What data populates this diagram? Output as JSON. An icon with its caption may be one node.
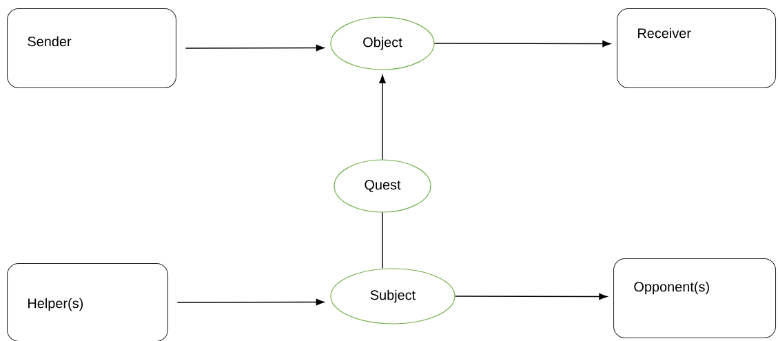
{
  "diagram": {
    "nodes": [
      {
        "text": [
          "Sender"
        ]
      },
      {
        "text": [
          "Object"
        ]
      },
      {
        "text": [
          "Receiver"
        ]
      },
      {
        "text": [
          "Quest"
        ]
      },
      {
        "text": [
          "Helper(s)"
        ]
      },
      {
        "text": [
          "Subject"
        ]
      },
      {
        "text": [
          "Opponent(s)"
        ]
      }
    ],
    "edges": [
      {
        "from": 0,
        "to": 1,
        "arrow": "to"
      },
      {
        "from": 1,
        "to": 2,
        "arrow": "to"
      },
      {
        "from": 5,
        "to": 3,
        "arrow": "none"
      },
      {
        "from": 3,
        "to": 1,
        "arrow": "to"
      },
      {
        "from": 4,
        "to": 5,
        "arrow": "to"
      },
      {
        "from": 5,
        "to": 6,
        "arrow": "to"
      }
    ]
  }
}
